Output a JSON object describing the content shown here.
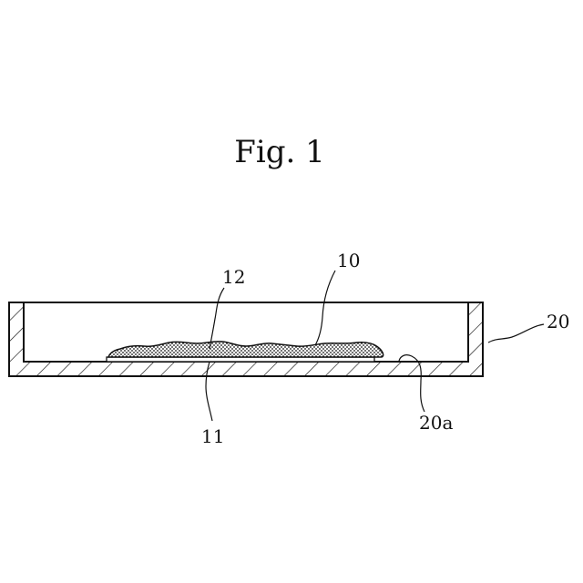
{
  "figure": {
    "title": "Fig. 1",
    "labels": {
      "l10": "10",
      "l11": "11",
      "l12": "12",
      "l20": "20",
      "l20a": "20a"
    }
  }
}
